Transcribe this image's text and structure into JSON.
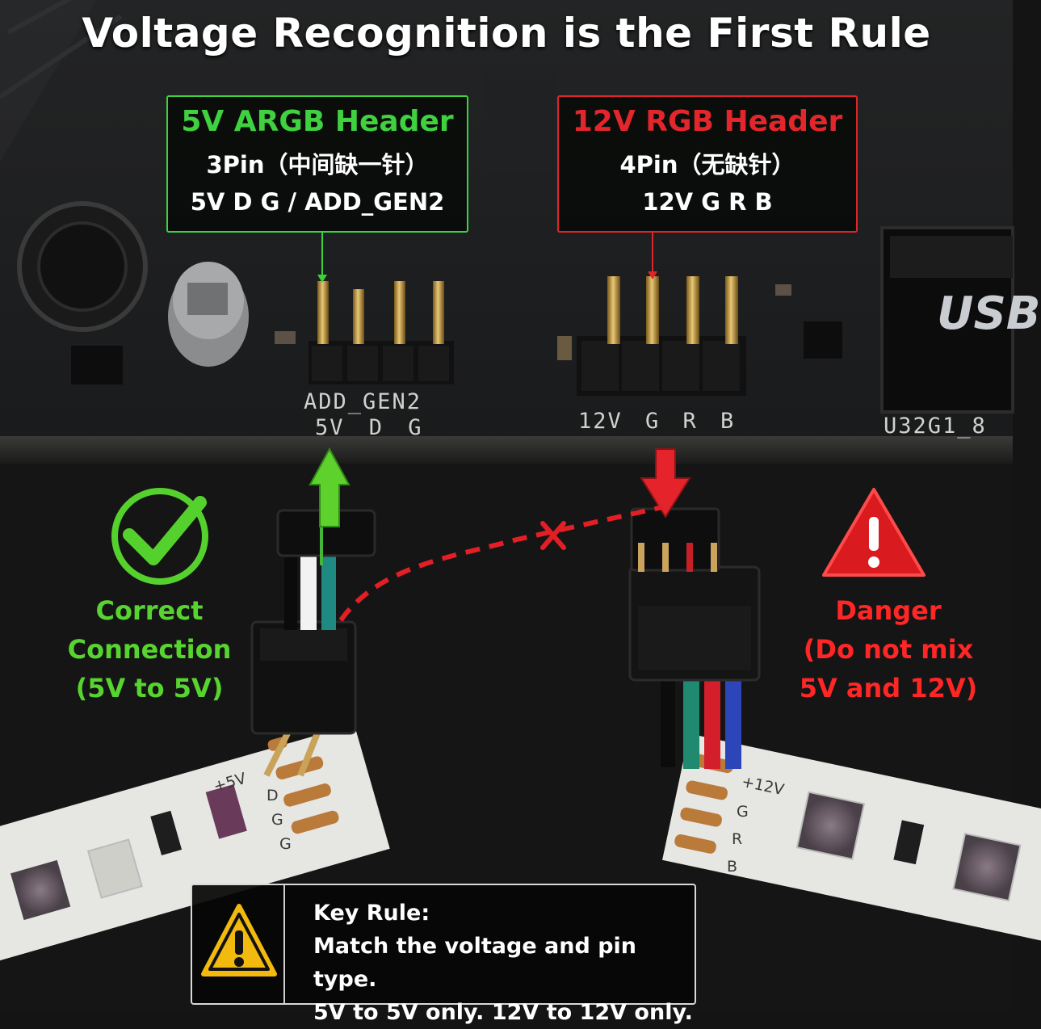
{
  "title": "Voltage Recognition is the First Rule",
  "header_5v": {
    "title": "5V ARGB Header",
    "pins": "3Pin（中间缺一针）",
    "signals": "5V D G / ADD_GEN2",
    "accent": "#3fd13f"
  },
  "header_12v": {
    "title": "12V RGB Header",
    "pins": "4Pin（无缺针）",
    "signals": "12V G R B",
    "accent": "#e3262b"
  },
  "board_silkscreen": {
    "add_gen2": "ADD_GEN2",
    "pins_5v": "5V D G",
    "pins_12v": "12V G R B",
    "usb_header": "U32G1_8",
    "usb_label": "USB"
  },
  "correct": {
    "line1": "Correct Connection",
    "line2": "(5V to 5V)",
    "icon": "check-circle-icon",
    "color": "#57d42f"
  },
  "danger": {
    "line1": "Danger",
    "line2": "(Do not mix",
    "line3": "5V and 12V)",
    "icon": "warning-triangle-icon",
    "color": "#ff2626"
  },
  "strip_5v_labels": [
    "+5V",
    "D",
    "G",
    "G"
  ],
  "strip_12v_labels": [
    "+12V",
    "G",
    "R",
    "B"
  ],
  "key_rule": {
    "heading": "Key Rule:",
    "line1": "Match the voltage and pin type.",
    "line2": "5V to 5V only.  12V to 12V only.",
    "icon": "warning-icon"
  }
}
